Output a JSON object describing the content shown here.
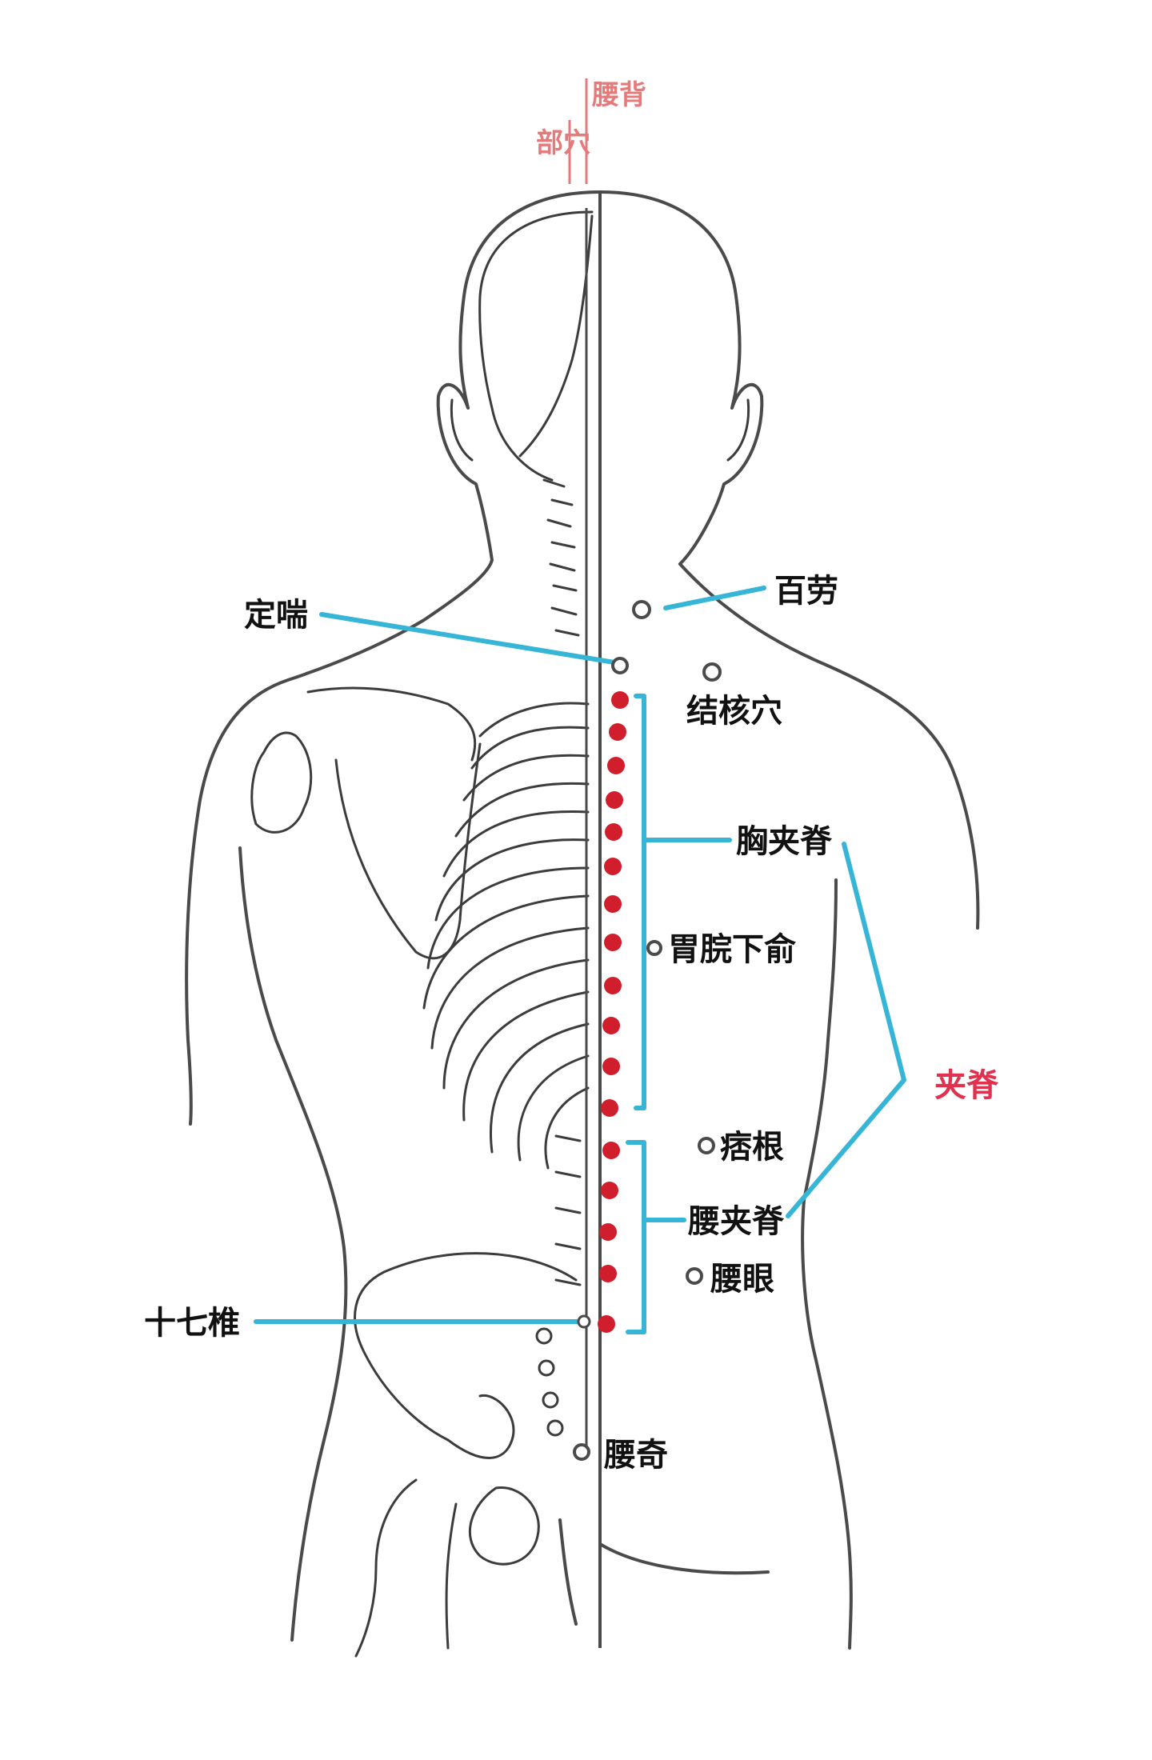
{
  "diagram": {
    "points": {
      "baiLao": "百劳",
      "dingChuan": "定喘",
      "jieHeXue": "结核穴",
      "xiongJiaJi": "胸夹脊",
      "weiWanXiaShu": "胃脘下俞",
      "jiaJi": "夹脊",
      "piGen": "痞根",
      "yaoJiaJi": "腰夹脊",
      "yaoYan": "腰眼",
      "shiQiZhui": "十七椎",
      "yaoQi": "腰奇"
    },
    "stamp": {
      "top": "腰背",
      "bottom": "部穴"
    },
    "colors": {
      "leader": "#36b5d6",
      "dot": "#d11e2c",
      "accent": "#e0314e",
      "outline": "#4a4a4a"
    }
  }
}
